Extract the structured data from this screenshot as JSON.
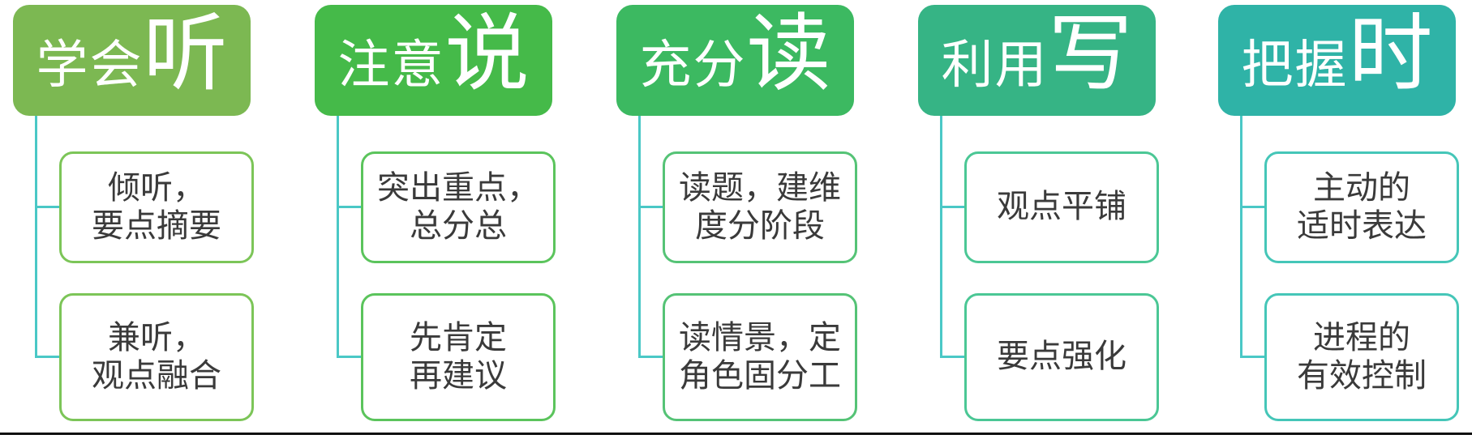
{
  "diagram": {
    "connector_color": "#4AC8C6",
    "divider_color": "#101010",
    "text_color": "#3A3A3A",
    "header_text_color": "#FFFFFF",
    "columns": [
      {
        "header": {
          "prefix": "学会",
          "emphasis": "听",
          "bg": "#7CB852"
        },
        "border": "#7CC558",
        "children": [
          {
            "text": "倾听，\n要点摘要"
          },
          {
            "text": "兼听，\n观点融合"
          }
        ]
      },
      {
        "header": {
          "prefix": "注意",
          "emphasis": "说",
          "bg": "#45BA49"
        },
        "border": "#5BC45C",
        "children": [
          {
            "text": "突出重点，\n总分总"
          },
          {
            "text": "先肯定\n再建议"
          }
        ]
      },
      {
        "header": {
          "prefix": "充分",
          "emphasis": "读",
          "bg": "#3CB961"
        },
        "border": "#55C376",
        "children": [
          {
            "text": "读题，建维\n度分阶段"
          },
          {
            "text": "读情景，定\n角色固分工"
          }
        ]
      },
      {
        "header": {
          "prefix": "利用",
          "emphasis": "写",
          "bg": "#36B485"
        },
        "border": "#4BC795",
        "children": [
          {
            "text": "观点平铺"
          },
          {
            "text": "要点强化"
          }
        ]
      },
      {
        "header": {
          "prefix": "把握",
          "emphasis": "时",
          "bg": "#2FB3A7"
        },
        "border": "#45C6B8",
        "children": [
          {
            "text": "主动的\n适时表达"
          },
          {
            "text": "进程的\n有效控制"
          }
        ]
      }
    ]
  }
}
